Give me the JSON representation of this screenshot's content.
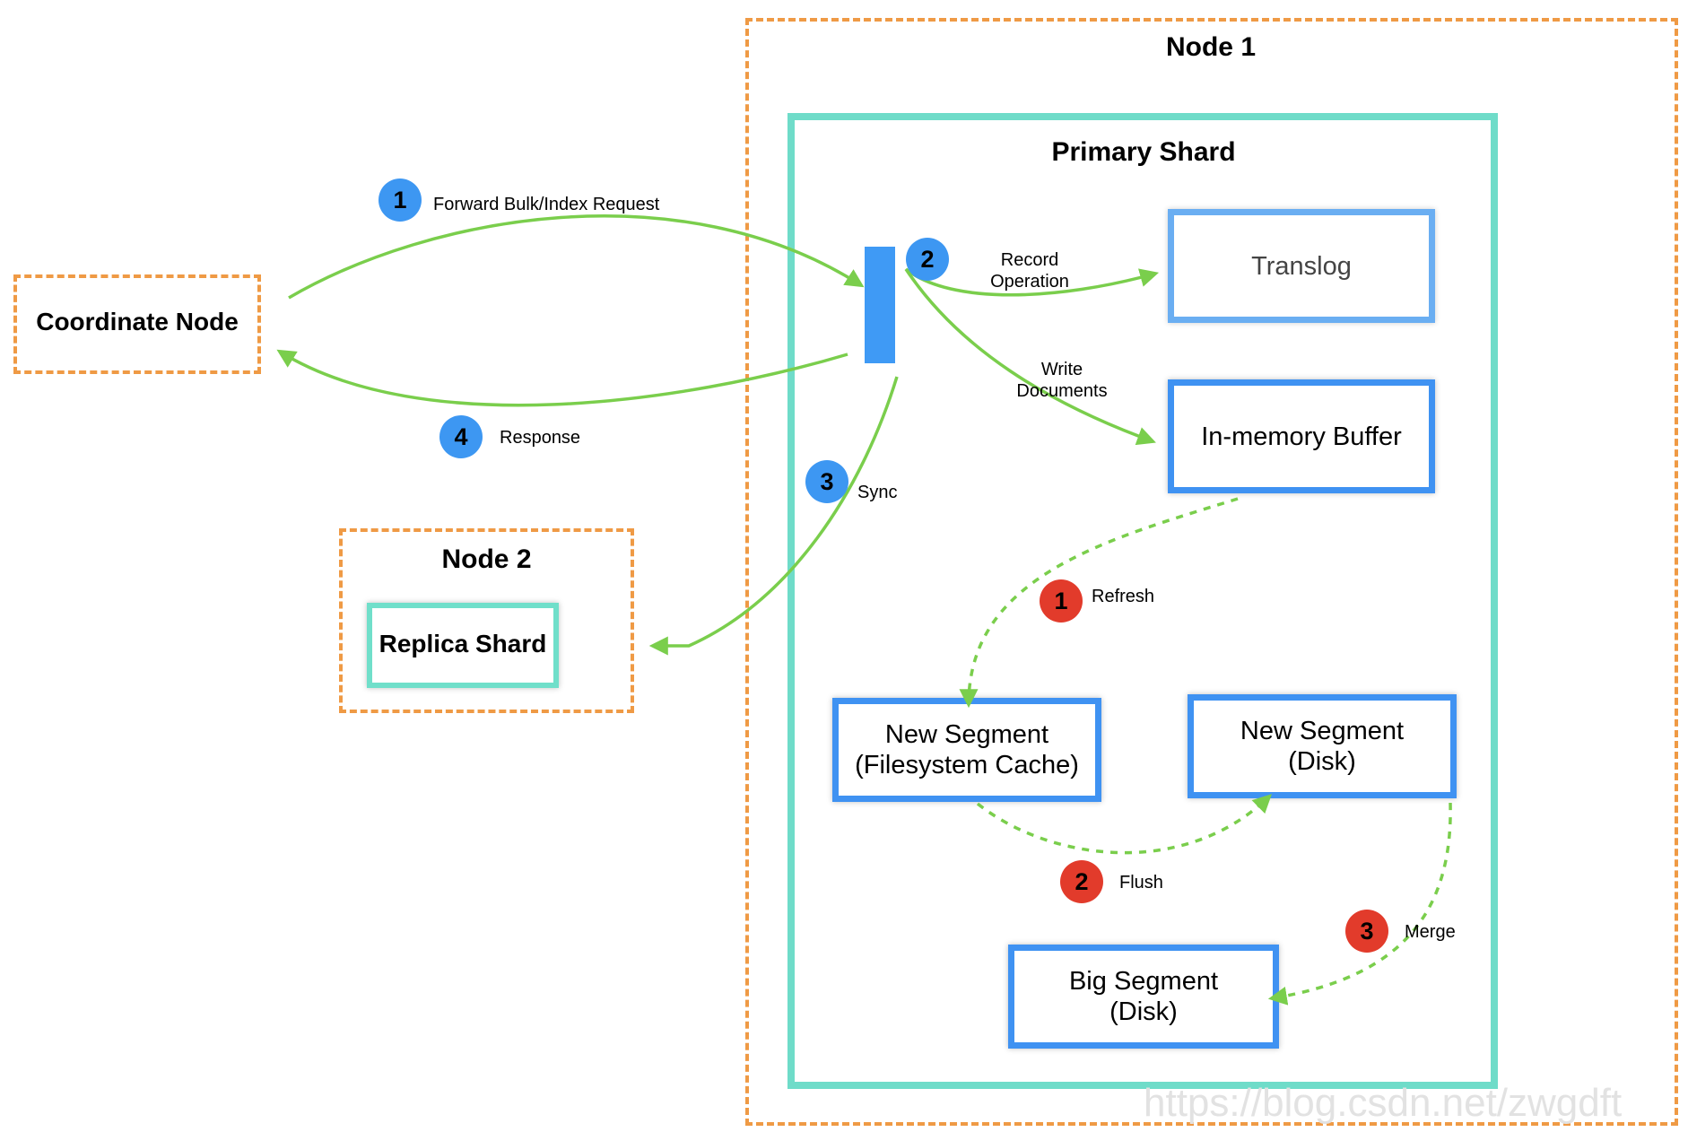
{
  "nodes": {
    "coordinate": "Coordinate Node",
    "node1": "Node 1",
    "node2": "Node 2",
    "primary_shard": "Primary Shard",
    "replica_shard": "Replica Shard",
    "translog": "Translog",
    "buffer": "In-memory Buffer",
    "seg_cache": "New Segment\n(Filesystem Cache)",
    "seg_disk": "New Segment\n(Disk)",
    "big_segment": "Big Segment\n(Disk)"
  },
  "steps_blue": [
    {
      "num": "1",
      "label": "Forward Bulk/Index Request"
    },
    {
      "num": "2",
      "label": ""
    },
    {
      "num": "3",
      "label": "Sync"
    },
    {
      "num": "4",
      "label": "Response"
    }
  ],
  "labels": {
    "record": "Record\nOperation",
    "write": "Write\nDocuments"
  },
  "steps_red": [
    {
      "num": "1",
      "label": "Refresh"
    },
    {
      "num": "2",
      "label": "Flush"
    },
    {
      "num": "3",
      "label": "Merge"
    }
  ],
  "watermark": "https://blog.csdn.net/zwgdft",
  "colors": {
    "arrow": "#7ace4c",
    "orange_dashed": "#ef9a45",
    "teal": "#6fdcc9",
    "blue": "#3f92f2",
    "badge_blue": "#3d97f2",
    "badge_red": "#e23b2b"
  }
}
